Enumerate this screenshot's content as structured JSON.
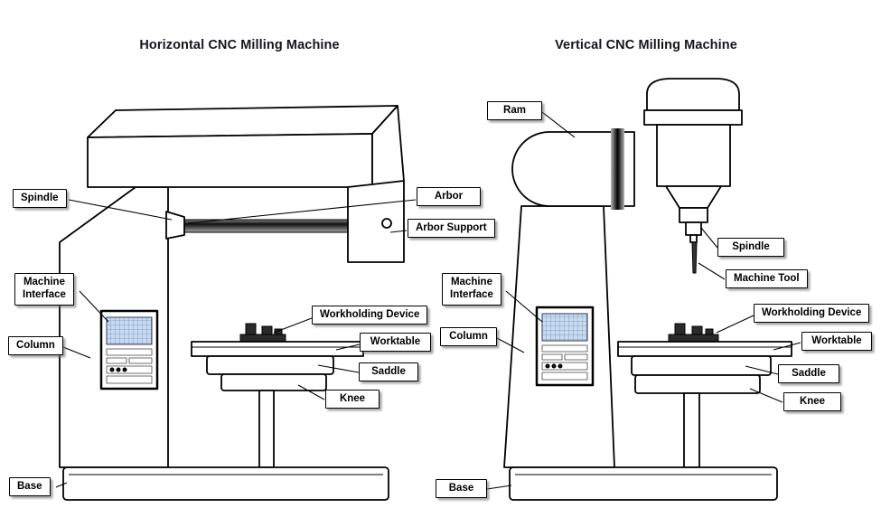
{
  "diagram": {
    "titles": {
      "horizontal": "Horizontal CNC Milling Machine",
      "vertical": "Vertical CNC Milling Machine"
    },
    "horizontal_labels": {
      "spindle": "Spindle",
      "machine_interface": "Machine\nInterface",
      "column": "Column",
      "base": "Base",
      "arbor": "Arbor",
      "arbor_support": "Arbor Support",
      "workholding_device": "Workholding Device",
      "worktable": "Worktable",
      "saddle": "Saddle",
      "knee": "Knee"
    },
    "vertical_labels": {
      "ram": "Ram",
      "spindle": "Spindle",
      "machine_tool": "Machine Tool",
      "machine_interface": "Machine\nInterface",
      "column": "Column",
      "workholding_device": "Workholding Device",
      "worktable": "Worktable",
      "saddle": "Saddle",
      "knee": "Knee",
      "base": "Base"
    }
  }
}
